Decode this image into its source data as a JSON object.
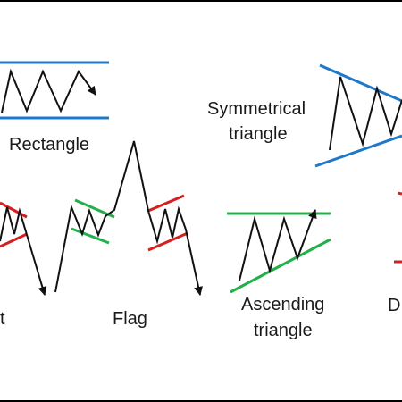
{
  "patterns": {
    "rectangle": {
      "label": "Rectangle"
    },
    "symmetrical_triangle": {
      "label_line1": "Symmetrical",
      "label_line2": "triangle"
    },
    "pennant": {
      "label_partial": "t"
    },
    "flag": {
      "label": "Flag"
    },
    "ascending_triangle": {
      "label_line1": "Ascending",
      "label_line2": "triangle"
    },
    "descending_triangle": {
      "label_partial": "D"
    }
  },
  "colors": {
    "resistance_blue": "#1f78c8",
    "support_green": "#22b04b",
    "bearish_red": "#d61f1f",
    "price_path": "#111111",
    "frame": "#000000"
  }
}
